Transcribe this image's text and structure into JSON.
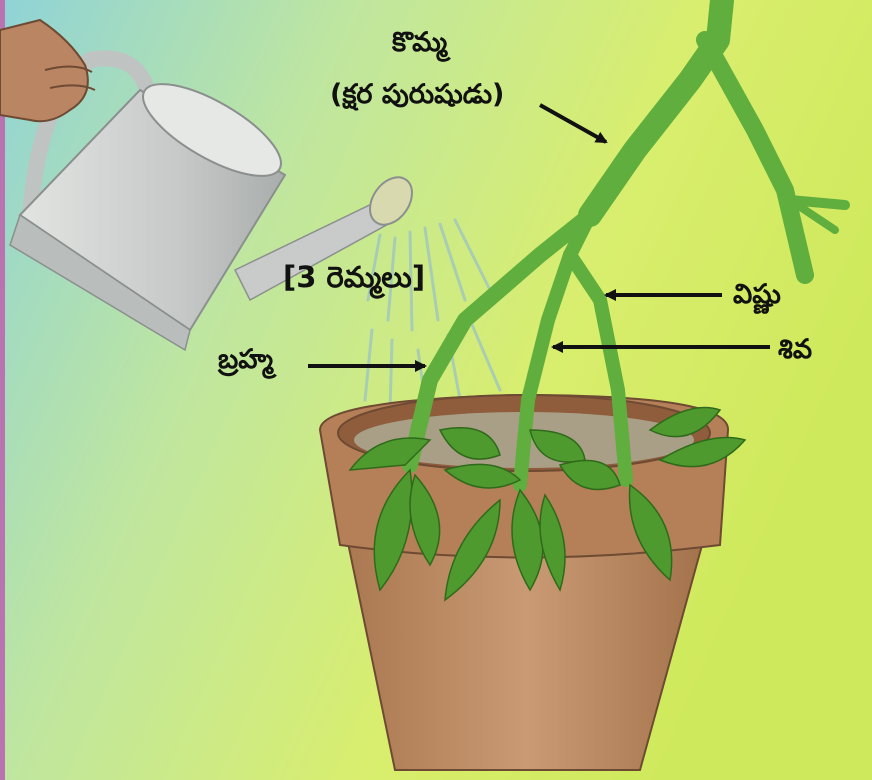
{
  "labels": {
    "branch": "కొమ్మ",
    "branch_sub": "(క్షర పురుషుడు)",
    "three_twigs": "[3 రెమ్మలు]",
    "vishnu": "విష్ణు",
    "shiva": "శివ",
    "brahma": "బ్రహ్మ"
  },
  "colors": {
    "background_left": "#8fd0d6",
    "background_right": "#d8ec6a",
    "stem": "#5fae3e",
    "leaf": "#4f9a2e",
    "pot": "#b9865f",
    "can": "#c9cccc",
    "arrow": "#111111"
  },
  "icons": [
    "watering-can-icon",
    "hand-icon",
    "water-drops-icon",
    "plant-icon",
    "pot-icon"
  ]
}
